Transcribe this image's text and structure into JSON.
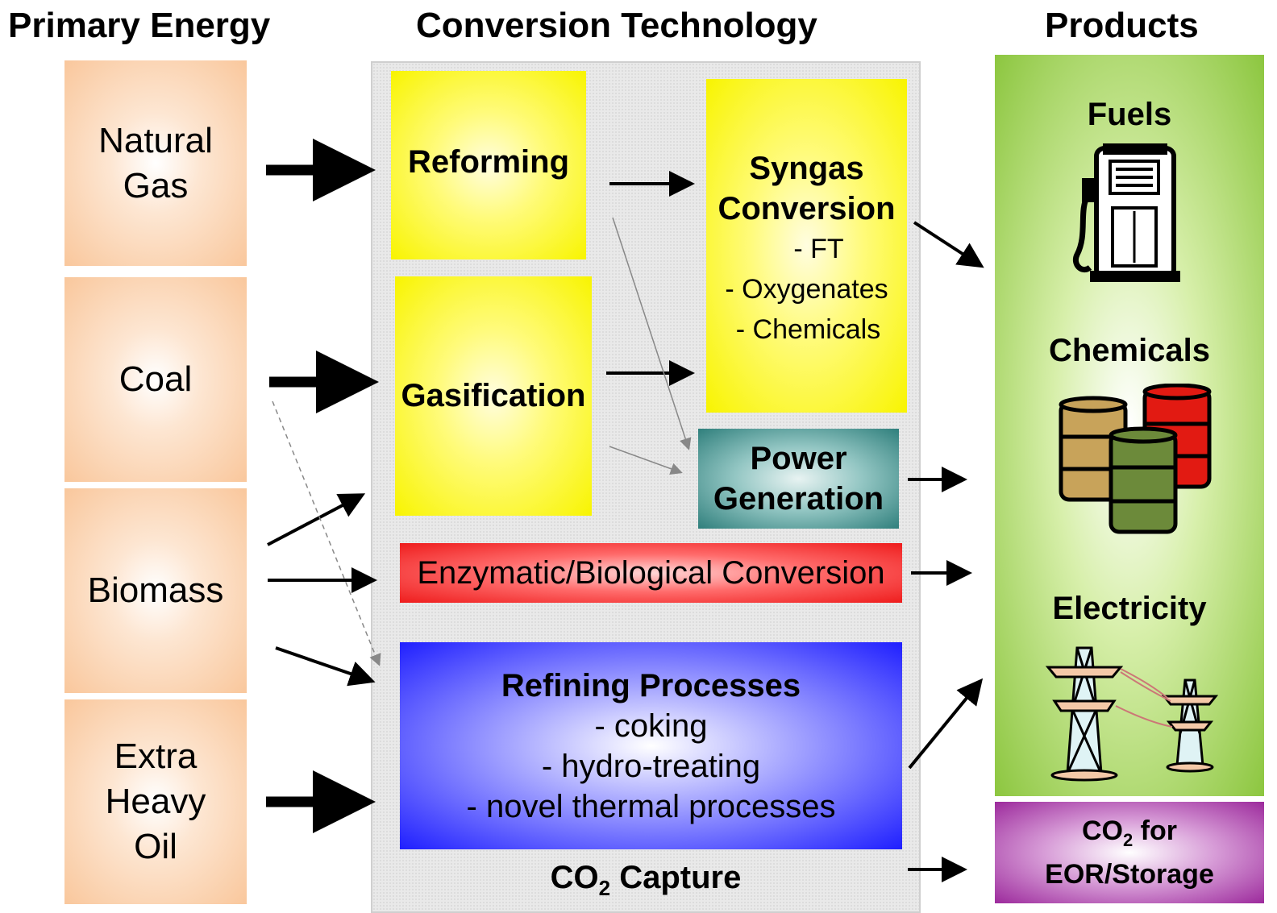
{
  "headers": {
    "primary": "Primary Energy",
    "conversion": "Conversion Technology",
    "products": "Products"
  },
  "sources": [
    {
      "lines": [
        "Natural",
        "Gas"
      ]
    },
    {
      "lines": [
        "Coal"
      ]
    },
    {
      "lines": [
        "Biomass"
      ]
    },
    {
      "lines": [
        "Extra",
        "Heavy",
        "Oil"
      ]
    }
  ],
  "processes": {
    "reforming": "Reforming",
    "gasification": "Gasification",
    "syngas": {
      "title1": "Syngas",
      "title2": "Conversion",
      "items": [
        "- FT",
        "- Oxygenates",
        "- Chemicals"
      ]
    },
    "power": {
      "line1": "Power",
      "line2": "Generation"
    },
    "enzymatic": "Enzymatic/Biological Conversion",
    "refining": {
      "title": "Refining Processes",
      "items": [
        "- coking",
        "- hydro-treating",
        "- novel thermal processes"
      ]
    },
    "co2_capture": {
      "prefix": "CO",
      "sub": "2",
      "suffix": " Capture"
    }
  },
  "products": {
    "fuels": "Fuels",
    "chemicals": "Chemicals",
    "electricity": "Electricity",
    "co2": {
      "prefix": "CO",
      "sub": "2",
      "suffix": " for",
      "line2": "EOR/Storage"
    }
  },
  "icons": [
    "fuel-pump-icon",
    "oil-barrels-icon",
    "power-tower-icon"
  ],
  "colors": {
    "source": "#f9c79c",
    "yellow": "#f8f400",
    "power": "#2f7f7c",
    "enzymatic": "#ee1c1c",
    "refining": "#1f1fff",
    "products": "#8cc63f",
    "co2_product": "#9c2a9c"
  }
}
